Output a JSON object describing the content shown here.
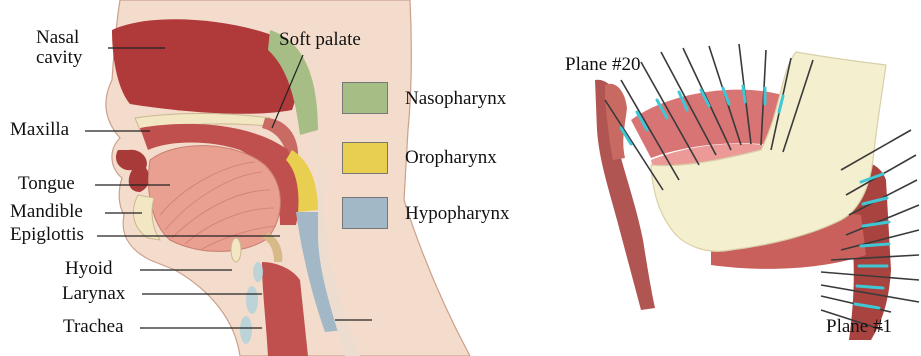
{
  "anatomy": {
    "labels": {
      "nasal_cavity": "Nasal\ncavity",
      "maxilla": "Maxilla",
      "tongue": "Tongue",
      "mandible": "Mandible",
      "epiglottis": "Epiglottis",
      "hyoid": "Hyoid",
      "larynx": "Larynax",
      "trachea": "Trachea",
      "soft_palate": "Soft palate"
    }
  },
  "legend": [
    {
      "label": "Nasopharynx",
      "color": "#a6bd85"
    },
    {
      "label": "Oropharynx",
      "color": "#e8cf4f"
    },
    {
      "label": "Hypopharynx",
      "color": "#a2b8c6"
    }
  ],
  "model": {
    "plane_top_label": "Plane #20",
    "plane_bottom_label": "Plane #1"
  },
  "colors": {
    "skin": "#f3dccb",
    "tissue": "#c0504d",
    "tongue": "#eaa090",
    "bone": "#f3e6c3",
    "bone_3d": "#f4efcf",
    "cross_section": "#3fc7d6"
  }
}
